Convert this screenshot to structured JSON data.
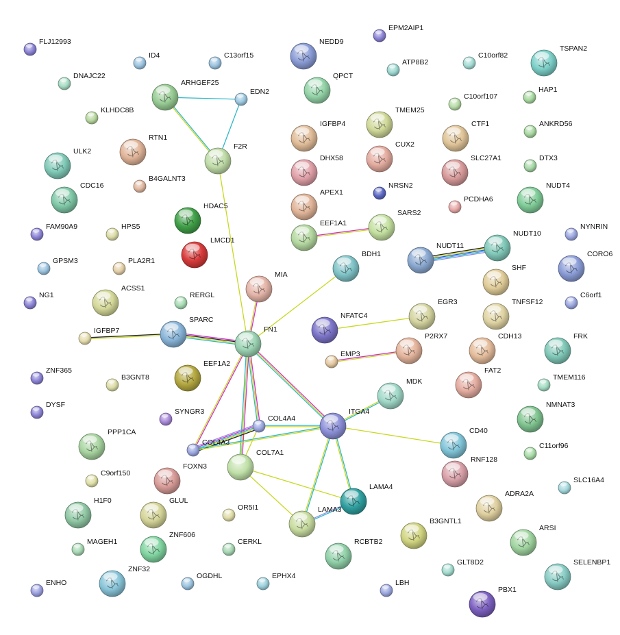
{
  "nodes": [
    {
      "id": "FLJ12993",
      "label": "FLJ12993",
      "color": "#8c84d6",
      "structure": false
    },
    {
      "id": "EPM2AIP1",
      "label": "EPM2AIP1",
      "color": "#8c84d6",
      "structure": false
    },
    {
      "id": "NEDD9",
      "label": "NEDD9",
      "color": "#8a9cd6",
      "structure": true
    },
    {
      "id": "TSPAN2",
      "label": "TSPAN2",
      "color": "#7ccfc8",
      "structure": true
    },
    {
      "id": "ID4",
      "label": "ID4",
      "color": "#9cc4e0",
      "structure": false
    },
    {
      "id": "C13orf15",
      "label": "C13orf15",
      "color": "#9cc4e0",
      "structure": false
    },
    {
      "id": "ATP8B2",
      "label": "ATP8B2",
      "color": "#9cd8d0",
      "structure": false
    },
    {
      "id": "C10orf82",
      "label": "C10orf82",
      "color": "#a4dcd4",
      "structure": false
    },
    {
      "id": "DNAJC22",
      "label": "DNAJC22",
      "color": "#a8dcc4",
      "structure": false
    },
    {
      "id": "QPCT",
      "label": "QPCT",
      "color": "#94d4a8",
      "structure": true
    },
    {
      "id": "ARHGEF25",
      "label": "ARHGEF25",
      "color": "#98cc94",
      "structure": true
    },
    {
      "id": "EDN2",
      "label": "EDN2",
      "color": "#9cc8e0",
      "structure": false
    },
    {
      "id": "HAP1",
      "label": "HAP1",
      "color": "#a8d8a0",
      "structure": false
    },
    {
      "id": "KLHDC8B",
      "label": "KLHDC8B",
      "color": "#b8d8a0",
      "structure": false
    },
    {
      "id": "TMEM25",
      "label": "TMEM25",
      "color": "#d0d898",
      "structure": true
    },
    {
      "id": "C10orf107",
      "label": "C10orf107",
      "color": "#b8dca8",
      "structure": false
    },
    {
      "id": "RTN1",
      "label": "RTN1",
      "color": "#e0b498",
      "structure": true
    },
    {
      "id": "IGFBP4",
      "label": "IGFBP4",
      "color": "#e0bc98",
      "structure": true
    },
    {
      "id": "CTF1",
      "label": "CTF1",
      "color": "#e0c498",
      "structure": true
    },
    {
      "id": "ANKRD56",
      "label": "ANKRD56",
      "color": "#a8d8a0",
      "structure": false
    },
    {
      "id": "F2R",
      "label": "F2R",
      "color": "#c0dca8",
      "structure": true
    },
    {
      "id": "ULK2",
      "label": "ULK2",
      "color": "#80cab8",
      "structure": true
    },
    {
      "id": "CUX2",
      "label": "CUX2",
      "color": "#e4aca0",
      "structure": true
    },
    {
      "id": "SLC27A1",
      "label": "SLC27A1",
      "color": "#d89a9a",
      "structure": true
    },
    {
      "id": "DTX3",
      "label": "DTX3",
      "color": "#a8d8a8",
      "structure": false
    },
    {
      "id": "DHX58",
      "label": "DHX58",
      "color": "#e0a0a8",
      "structure": true
    },
    {
      "id": "CDC16",
      "label": "CDC16",
      "color": "#80c8a8",
      "structure": true
    },
    {
      "id": "B4GALNT3",
      "label": "B4GALNT3",
      "color": "#e0b8a0",
      "structure": false
    },
    {
      "id": "NRSN2",
      "label": "NRSN2",
      "color": "#5c68c4",
      "structure": false
    },
    {
      "id": "NUDT4",
      "label": "NUDT4",
      "color": "#80cc98",
      "structure": true
    },
    {
      "id": "APEX1",
      "label": "APEX1",
      "color": "#e0b498",
      "structure": true
    },
    {
      "id": "PCDHA6",
      "label": "PCDHA6",
      "color": "#e8aaa8",
      "structure": false
    },
    {
      "id": "HDAC5",
      "label": "HDAC5",
      "color": "#40a048",
      "structure": true
    },
    {
      "id": "SARS2",
      "label": "SARS2",
      "color": "#c4e0a0",
      "structure": true
    },
    {
      "id": "FAM90A9",
      "label": "FAM90A9",
      "color": "#8c84d6",
      "structure": false
    },
    {
      "id": "HPS5",
      "label": "HPS5",
      "color": "#dcdca8",
      "structure": false
    },
    {
      "id": "EEF1A1",
      "label": "EEF1A1",
      "color": "#b4d8a0",
      "structure": true
    },
    {
      "id": "NUDT10",
      "label": "NUDT10",
      "color": "#80c8b8",
      "structure": true
    },
    {
      "id": "NYNRIN",
      "label": "NYNRIN",
      "color": "#9ca8e0",
      "structure": false
    },
    {
      "id": "LMCD1",
      "label": "LMCD1",
      "color": "#d83a3a",
      "structure": true
    },
    {
      "id": "NUDT11",
      "label": "NUDT11",
      "color": "#8aa8d0",
      "structure": true
    },
    {
      "id": "GPSM3",
      "label": "GPSM3",
      "color": "#9cc4e0",
      "structure": false
    },
    {
      "id": "PLA2R1",
      "label": "PLA2R1",
      "color": "#e4d0a8",
      "structure": false
    },
    {
      "id": "BDH1",
      "label": "BDH1",
      "color": "#80c4c8",
      "structure": true
    },
    {
      "id": "CORO6",
      "label": "CORO6",
      "color": "#8a9cd6",
      "structure": true
    },
    {
      "id": "SHF",
      "label": "SHF",
      "color": "#e0cc98",
      "structure": true
    },
    {
      "id": "MIA",
      "label": "MIA",
      "color": "#e4b4a8",
      "structure": true
    },
    {
      "id": "NG1",
      "label": "NG1",
      "color": "#8c84d6",
      "structure": false
    },
    {
      "id": "ACSS1",
      "label": "ACSS1",
      "color": "#d4d898",
      "structure": true
    },
    {
      "id": "RERGL",
      "label": "RERGL",
      "color": "#a8dcb4",
      "structure": false
    },
    {
      "id": "C6orf1",
      "label": "C6orf1",
      "color": "#9ca8e0",
      "structure": false
    },
    {
      "id": "EGR3",
      "label": "EGR3",
      "color": "#d4d4a0",
      "structure": true
    },
    {
      "id": "TNFSF12",
      "label": "TNFSF12",
      "color": "#e0d4a4",
      "structure": true
    },
    {
      "id": "NFATC4",
      "label": "NFATC4",
      "color": "#7c74c8",
      "structure": true
    },
    {
      "id": "SPARC",
      "label": "SPARC",
      "color": "#88b4d8",
      "structure": true
    },
    {
      "id": "IGFBP7",
      "label": "IGFBP7",
      "color": "#e4dcac",
      "structure": false
    },
    {
      "id": "FN1",
      "label": "FN1",
      "color": "#9cd4b4",
      "structure": true
    },
    {
      "id": "P2RX7",
      "label": "P2RX7",
      "color": "#e4b49c",
      "structure": true
    },
    {
      "id": "CDH13",
      "label": "CDH13",
      "color": "#e4bc9c",
      "structure": true
    },
    {
      "id": "FRK",
      "label": "FRK",
      "color": "#80c8b8",
      "structure": true
    },
    {
      "id": "EMP3",
      "label": "EMP3",
      "color": "#e4c8a0",
      "structure": false
    },
    {
      "id": "EEF1A2",
      "label": "EEF1A2",
      "color": "#b4a840",
      "structure": true
    },
    {
      "id": "ZNF365",
      "label": "ZNF365",
      "color": "#8c84d6",
      "structure": false
    },
    {
      "id": "B3GNT8",
      "label": "B3GNT8",
      "color": "#dcdca8",
      "structure": false
    },
    {
      "id": "FAT2",
      "label": "FAT2",
      "color": "#e4aca0",
      "structure": true
    },
    {
      "id": "TMEM116",
      "label": "TMEM116",
      "color": "#a4dcc4",
      "structure": false
    },
    {
      "id": "MDK",
      "label": "MDK",
      "color": "#a0d8c8",
      "structure": true
    },
    {
      "id": "DYSF",
      "label": "DYSF",
      "color": "#8c84d6",
      "structure": false
    },
    {
      "id": "SYNGR3",
      "label": "SYNGR3",
      "color": "#a888d8",
      "structure": false
    },
    {
      "id": "COL4A4",
      "label": "COL4A4",
      "color": "#9ca8e0",
      "structure": false
    },
    {
      "id": "ITGA4",
      "label": "ITGA4",
      "color": "#8c90d8",
      "structure": true
    },
    {
      "id": "NMNAT3",
      "label": "NMNAT3",
      "color": "#80c490",
      "structure": true
    },
    {
      "id": "PPP1CA",
      "label": "PPP1CA",
      "color": "#a8d4a0",
      "structure": true
    },
    {
      "id": "CD40",
      "label": "CD40",
      "color": "#80c4d8",
      "structure": true
    },
    {
      "id": "COL4A3",
      "label": "COL4A3",
      "color": "#9ca8e0",
      "structure": false
    },
    {
      "id": "C11orf96",
      "label": "C11orf96",
      "color": "#a8dca8",
      "structure": false
    },
    {
      "id": "COL7A1",
      "label": "COL7A1",
      "color": "#c0e0a8",
      "structure": false
    },
    {
      "id": "FOXN3",
      "label": "FOXN3",
      "color": "#d89c98",
      "structure": true
    },
    {
      "id": "RNF128",
      "label": "RNF128",
      "color": "#d8a0a8",
      "structure": true
    },
    {
      "id": "C9orf150",
      "label": "C9orf150",
      "color": "#e0e0a8",
      "structure": false
    },
    {
      "id": "SLC16A4",
      "label": "SLC16A4",
      "color": "#a4d8dc",
      "structure": false
    },
    {
      "id": "LAMA4",
      "label": "LAMA4",
      "color": "#30a0a0",
      "structure": true
    },
    {
      "id": "ADRA2A",
      "label": "ADRA2A",
      "color": "#e0d0a0",
      "structure": true
    },
    {
      "id": "H1F0",
      "label": "H1F0",
      "color": "#90c8a4",
      "structure": true
    },
    {
      "id": "GLUL",
      "label": "GLUL",
      "color": "#d4d498",
      "structure": true
    },
    {
      "id": "OR5I1",
      "label": "OR5I1",
      "color": "#e0dca8",
      "structure": false
    },
    {
      "id": "LAMA3",
      "label": "LAMA3",
      "color": "#c8dca0",
      "structure": true
    },
    {
      "id": "B3GNTL1",
      "label": "B3GNTL1",
      "color": "#d0d480",
      "structure": true
    },
    {
      "id": "ARSI",
      "label": "ARSI",
      "color": "#a0d4a0",
      "structure": true
    },
    {
      "id": "ZNF606",
      "label": "ZNF606",
      "color": "#80d4a0",
      "structure": true
    },
    {
      "id": "MAGEH1",
      "label": "MAGEH1",
      "color": "#a8d8b4",
      "structure": false
    },
    {
      "id": "CERKL",
      "label": "CERKL",
      "color": "#a8d8b4",
      "structure": false
    },
    {
      "id": "RCBTB2",
      "label": "RCBTB2",
      "color": "#90d0a8",
      "structure": true
    },
    {
      "id": "GLT8D2",
      "label": "GLT8D2",
      "color": "#a4dcd0",
      "structure": false
    },
    {
      "id": "SELENBP1",
      "label": "SELENBP1",
      "color": "#88ccc4",
      "structure": true
    },
    {
      "id": "ZNF32",
      "label": "ZNF32",
      "color": "#88c4d8",
      "structure": true
    },
    {
      "id": "OGDHL",
      "label": "OGDHL",
      "color": "#9cc4e0",
      "structure": false
    },
    {
      "id": "EPHX4",
      "label": "EPHX4",
      "color": "#9cd0dc",
      "structure": false
    },
    {
      "id": "LBH",
      "label": "LBH",
      "color": "#9ca8e0",
      "structure": false
    },
    {
      "id": "ENHO",
      "label": "ENHO",
      "color": "#9ca0e0",
      "structure": false
    },
    {
      "id": "PBX1",
      "label": "PBX1",
      "color": "#7c60c0",
      "structure": true
    }
  ],
  "edges": [
    {
      "from": "ARHGEF25",
      "to": "EDN2",
      "colors": [
        "#30b8c8"
      ]
    },
    {
      "from": "ARHGEF25",
      "to": "F2R",
      "colors": [
        "#30b8c8",
        "#c8d820"
      ]
    },
    {
      "from": "EDN2",
      "to": "F2R",
      "colors": [
        "#30b8c8"
      ]
    },
    {
      "from": "F2R",
      "to": "FN1",
      "colors": [
        "#c8d820"
      ]
    },
    {
      "from": "MIA",
      "to": "FN1",
      "colors": [
        "#d030c8",
        "#c8d820"
      ]
    },
    {
      "from": "BDH1",
      "to": "FN1",
      "colors": [
        "#c8d820"
      ]
    },
    {
      "from": "EEF1A1",
      "to": "SARS2",
      "colors": [
        "#d030c8",
        "#c8d820"
      ]
    },
    {
      "from": "NUDT11",
      "to": "NUDT10",
      "colors": [
        "#222222",
        "#c8d820",
        "#3050e0",
        "#30b8c8",
        "#9090e0"
      ]
    },
    {
      "from": "NFATC4",
      "to": "EGR3",
      "colors": [
        "#c8d820"
      ]
    },
    {
      "from": "EMP3",
      "to": "P2RX7",
      "colors": [
        "#d030c8",
        "#c8d820"
      ]
    },
    {
      "from": "IGFBP7",
      "to": "SPARC",
      "colors": [
        "#222222",
        "#c8d820"
      ]
    },
    {
      "from": "SPARC",
      "to": "FN1",
      "colors": [
        "#d030c8",
        "#222222",
        "#c8d820",
        "#30b8c8"
      ]
    },
    {
      "from": "FN1",
      "to": "ITGA4",
      "colors": [
        "#d030c8",
        "#c8d820",
        "#30b8c8"
      ]
    },
    {
      "from": "FN1",
      "to": "COL4A4",
      "colors": [
        "#d030c8",
        "#c8d820",
        "#30b8c8"
      ]
    },
    {
      "from": "FN1",
      "to": "COL4A3",
      "colors": [
        "#d030c8",
        "#c8d820"
      ]
    },
    {
      "from": "FN1",
      "to": "COL7A1",
      "colors": [
        "#d030c8",
        "#c8d820",
        "#30b8c8"
      ]
    },
    {
      "from": "COL4A4",
      "to": "COL4A3",
      "colors": [
        "#222222",
        "#c8d820",
        "#30b8c8",
        "#d030c8",
        "#9090e0"
      ]
    },
    {
      "from": "COL4A4",
      "to": "ITGA4",
      "colors": [
        "#30b8c8",
        "#c8d820"
      ]
    },
    {
      "from": "COL4A3",
      "to": "ITGA4",
      "colors": [
        "#30b8c8",
        "#c8d820"
      ]
    },
    {
      "from": "COL4A4",
      "to": "COL7A1",
      "colors": [
        "#c8d820"
      ]
    },
    {
      "from": "COL7A1",
      "to": "LAMA4",
      "colors": [
        "#c8d820"
      ]
    },
    {
      "from": "COL7A1",
      "to": "LAMA3",
      "colors": [
        "#c8d820"
      ]
    },
    {
      "from": "MDK",
      "to": "ITGA4",
      "colors": [
        "#30b8c8",
        "#c8d820"
      ]
    },
    {
      "from": "ITGA4",
      "to": "CD40",
      "colors": [
        "#c8d820"
      ]
    },
    {
      "from": "ITGA4",
      "to": "LAMA4",
      "colors": [
        "#30b8c8",
        "#c8d820"
      ]
    },
    {
      "from": "ITGA4",
      "to": "LAMA3",
      "colors": [
        "#30b8c8",
        "#c8d820"
      ]
    },
    {
      "from": "LAMA4",
      "to": "LAMA3",
      "colors": [
        "#30b8c8",
        "#9090e0"
      ]
    }
  ]
}
